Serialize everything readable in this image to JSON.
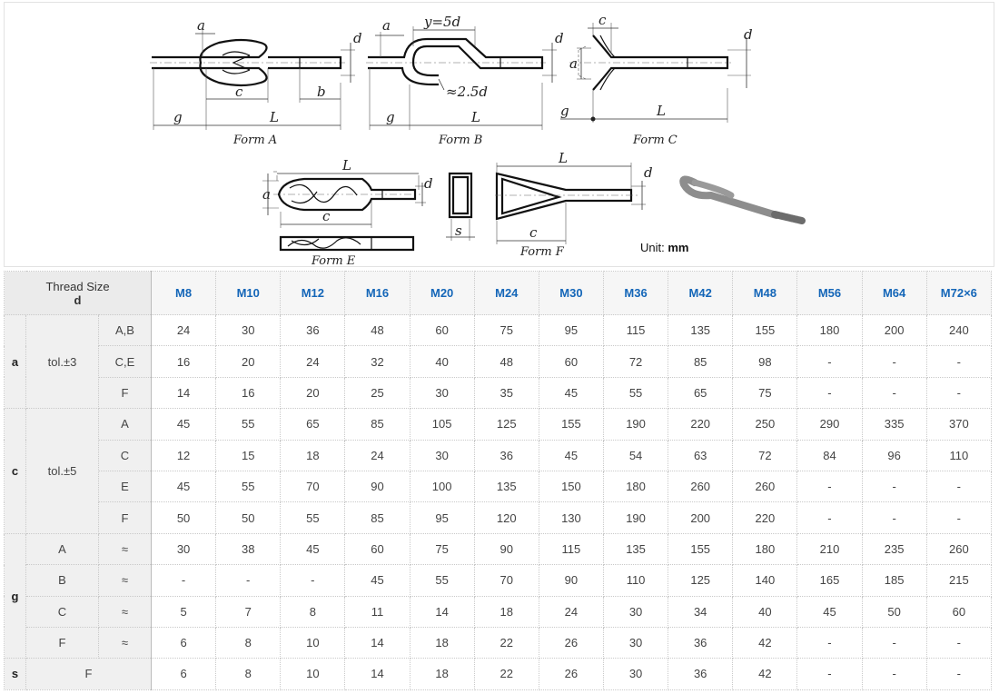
{
  "figure": {
    "forms": [
      {
        "caption": "Form A",
        "labels": [
          "a",
          "d",
          "c",
          "b",
          "g",
          "L"
        ]
      },
      {
        "caption": "Form B",
        "labels": [
          "a",
          "y=5d",
          "d",
          "≈2.5d",
          "g",
          "L"
        ]
      },
      {
        "caption": "Form C",
        "labels": [
          "c",
          "d",
          "a",
          "g",
          "L"
        ]
      },
      {
        "caption": "Form E",
        "labels": [
          "L",
          "a",
          "c",
          "d"
        ]
      },
      {
        "caption": "Form F",
        "labels": [
          "L",
          "d",
          "s",
          "c"
        ]
      }
    ],
    "unit_label": "Unit:",
    "unit_value": "mm"
  },
  "table": {
    "header": {
      "title": "Thread Size",
      "symbol": "d"
    },
    "sizes": [
      "M8",
      "M10",
      "M12",
      "M16",
      "M20",
      "M24",
      "M30",
      "M36",
      "M42",
      "M48",
      "M56",
      "M64",
      "M72×6"
    ],
    "groups": [
      {
        "symbol": "a",
        "rows": [
          {
            "tol": "tol.±3",
            "form": "A,B",
            "values": [
              "24",
              "30",
              "36",
              "48",
              "60",
              "75",
              "95",
              "115",
              "135",
              "155",
              "180",
              "200",
              "240"
            ]
          },
          {
            "form": "C,E",
            "values": [
              "16",
              "20",
              "24",
              "32",
              "40",
              "48",
              "60",
              "72",
              "85",
              "98",
              "-",
              "-",
              "-"
            ]
          },
          {
            "form": "F",
            "values": [
              "14",
              "16",
              "20",
              "25",
              "30",
              "35",
              "45",
              "55",
              "65",
              "75",
              "-",
              "-",
              "-"
            ]
          }
        ]
      },
      {
        "symbol": "c",
        "rows": [
          {
            "tol": "tol.±5",
            "form": "A",
            "values": [
              "45",
              "55",
              "65",
              "85",
              "105",
              "125",
              "155",
              "190",
              "220",
              "250",
              "290",
              "335",
              "370"
            ]
          },
          {
            "form": "C",
            "values": [
              "12",
              "15",
              "18",
              "24",
              "30",
              "36",
              "45",
              "54",
              "63",
              "72",
              "84",
              "96",
              "110"
            ]
          },
          {
            "form": "E",
            "values": [
              "45",
              "55",
              "70",
              "90",
              "100",
              "135",
              "150",
              "180",
              "260",
              "260",
              "-",
              "-",
              "-"
            ]
          },
          {
            "form": "F",
            "values": [
              "50",
              "50",
              "55",
              "85",
              "95",
              "120",
              "130",
              "190",
              "200",
              "220",
              "-",
              "-",
              "-"
            ]
          }
        ]
      },
      {
        "symbol": "g",
        "rows": [
          {
            "form": "A",
            "approx": "≈",
            "values": [
              "30",
              "38",
              "45",
              "60",
              "75",
              "90",
              "115",
              "135",
              "155",
              "180",
              "210",
              "235",
              "260"
            ]
          },
          {
            "form": "B",
            "approx": "≈",
            "values": [
              "-",
              "-",
              "-",
              "45",
              "55",
              "70",
              "90",
              "110",
              "125",
              "140",
              "165",
              "185",
              "215"
            ]
          },
          {
            "form": "C",
            "approx": "≈",
            "values": [
              "5",
              "7",
              "8",
              "11",
              "14",
              "18",
              "24",
              "30",
              "34",
              "40",
              "45",
              "50",
              "60"
            ]
          },
          {
            "form": "F",
            "approx": "≈",
            "values": [
              "6",
              "8",
              "10",
              "14",
              "18",
              "22",
              "26",
              "30",
              "36",
              "42",
              "-",
              "-",
              "-"
            ]
          }
        ]
      },
      {
        "symbol": "s",
        "rows": [
          {
            "form": "F",
            "values": [
              "6",
              "8",
              "10",
              "14",
              "18",
              "22",
              "26",
              "30",
              "36",
              "42",
              "-",
              "-",
              "-"
            ]
          }
        ]
      }
    ]
  }
}
